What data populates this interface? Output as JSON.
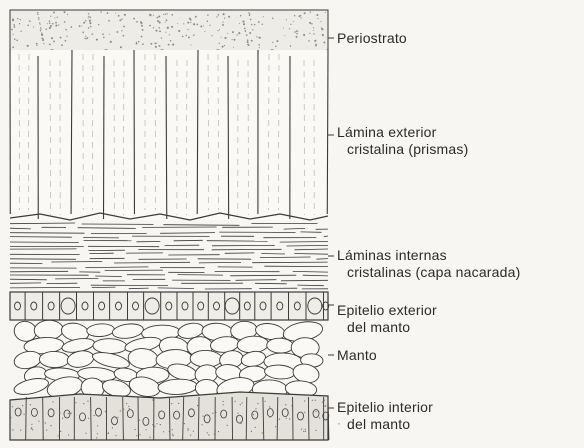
{
  "labels": {
    "periostracum": "Periostrato",
    "prismatic_line1": "Lámina exterior",
    "prismatic_line2": "cristalina (prismas)",
    "nacreous_line1": "Láminas internas",
    "nacreous_line2": "cristalinas (capa nacarada)",
    "outer_epithelium_line1": "Epitelio exterior",
    "outer_epithelium_line2": "del manto",
    "mantle": "Manto",
    "inner_epithelium_line1": "Epitelio interior",
    "inner_epithelium_line2": "del manto"
  },
  "colors": {
    "ink": "#3a3a3a",
    "paper": "#f7f6f2",
    "stipple": "#8a8a8a"
  }
}
